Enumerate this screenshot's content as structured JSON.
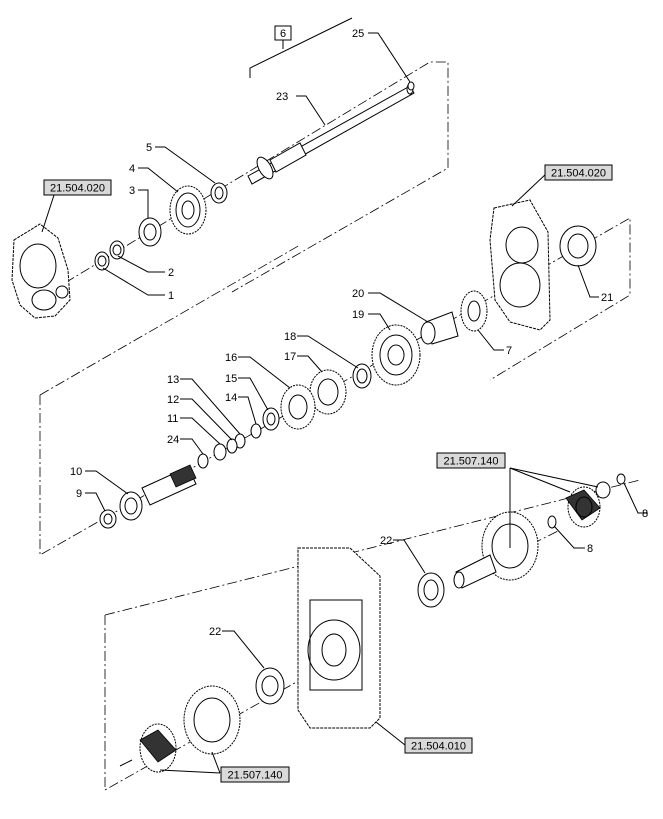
{
  "diagram": {
    "refs": {
      "r1": "21.504.020",
      "r2": "21.504.020",
      "r3": "21.507.140",
      "r4": "21.504.010",
      "r5": "21.507.140"
    },
    "group_label": "6",
    "labels": {
      "n1": "1",
      "n2": "2",
      "n3": "3",
      "n4": "4",
      "n5": "5",
      "n7": "7",
      "n8a": "8",
      "n8b": "8",
      "n9": "9",
      "n10": "10",
      "n11": "11",
      "n12": "12",
      "n13": "13",
      "n14": "14",
      "n15": "15",
      "n16": "16",
      "n17": "17",
      "n18": "18",
      "n19": "19",
      "n20": "20",
      "n21": "21",
      "n22a": "22",
      "n22b": "22",
      "n23": "23",
      "n24": "24",
      "n25": "25"
    }
  }
}
